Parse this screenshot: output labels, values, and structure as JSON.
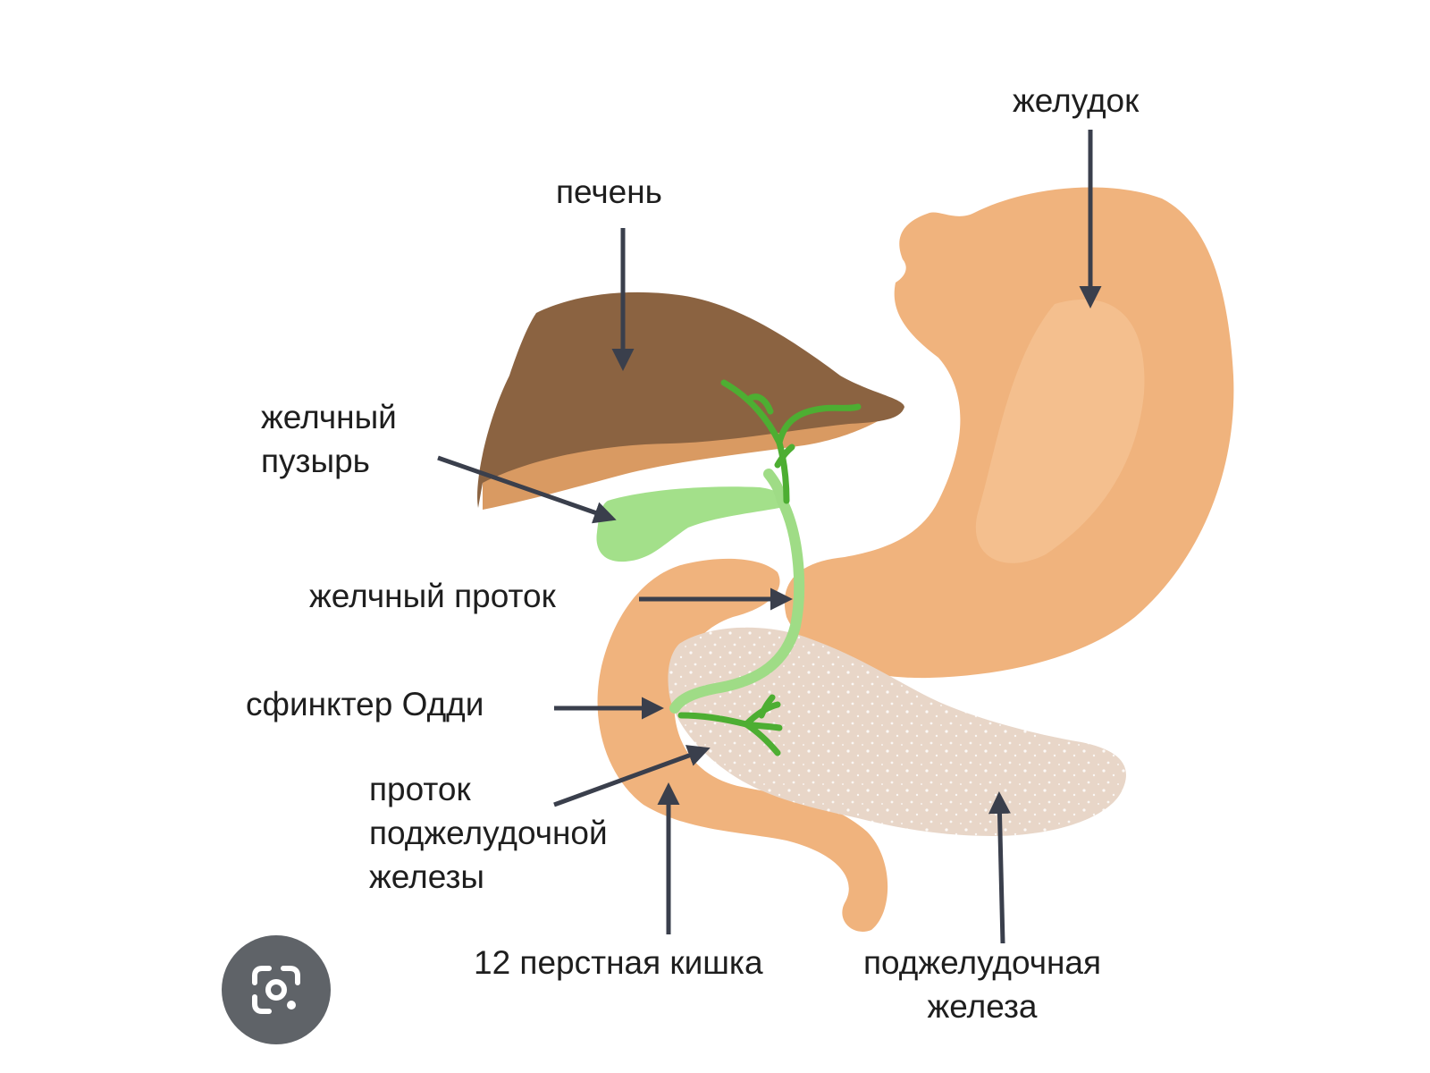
{
  "labels": {
    "stomach": "желудок",
    "liver": "печень",
    "gallbladder": [
      "желчный",
      "пузырь"
    ],
    "bile_duct": "желчный проток",
    "sphincter_oddi": "сфинктер Одди",
    "pancreatic_duct": [
      "проток",
      "поджелудочной",
      "железы"
    ],
    "duodenum": "12 перстная кишка",
    "pancreas": [
      "поджелудочная",
      "железа"
    ]
  },
  "colors": {
    "liver": "#8b6341",
    "liver_underside": "#d99a62",
    "stomach": "#f0b37d",
    "stomach_highlight": "#f5c596",
    "duodenum": "#f0b37d",
    "pancreas": "#e8d6c8",
    "gallbladder": "#a3e08a",
    "bile_duct": "#9fdc86",
    "duct_branches": "#4dae32",
    "arrows": "#3a3f4c",
    "text": "#1e1e1e",
    "lens_button": "#5f6368"
  },
  "icons": {
    "lens": "google-lens-icon"
  }
}
